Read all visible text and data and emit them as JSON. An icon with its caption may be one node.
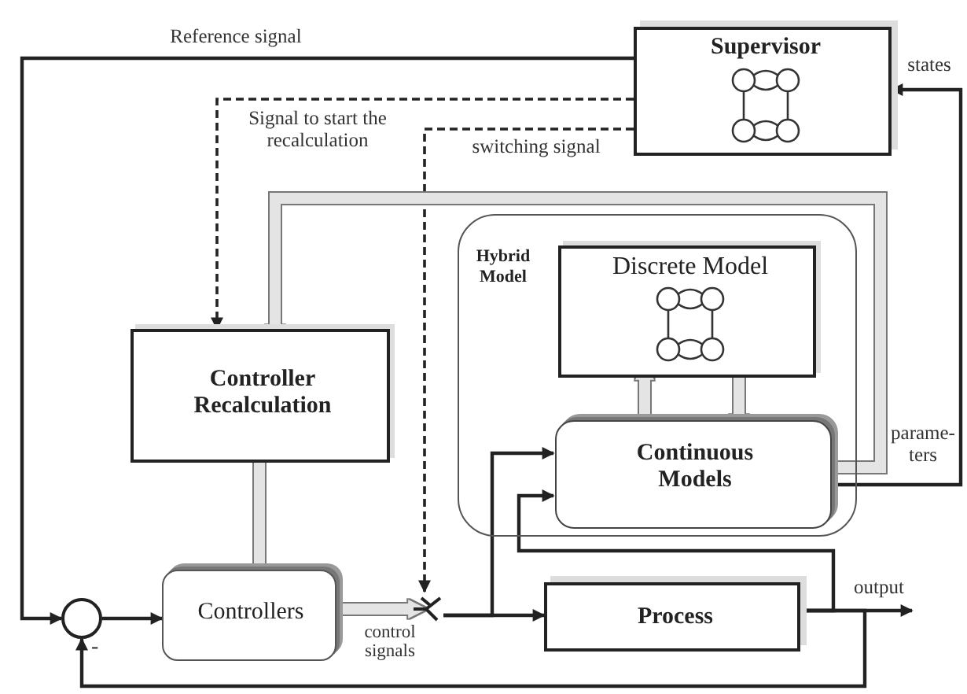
{
  "diagram": {
    "nodes": [
      {
        "text": [
          "Supervisor"
        ]
      },
      {
        "text": [
          "Hybrid Model"
        ]
      },
      {
        "text": [
          "Discrete Model"
        ],
        "in": 1
      },
      {
        "text": [
          "Continuous Models"
        ],
        "in": 1
      },
      {
        "text": [
          "Controller Recalculation"
        ]
      },
      {
        "text": [
          "Controllers"
        ]
      },
      {
        "text": [],
        "shape": "circle"
      },
      {
        "text": [],
        "shape": "switch"
      },
      {
        "text": [
          "Process"
        ]
      }
    ],
    "edges": [
      {
        "from": 0,
        "to": 6,
        "arrow": "to",
        "label": "Reference signal"
      },
      {
        "from": 0,
        "to": 4,
        "arrow": "to",
        "style": "dashed",
        "label": "Signal to start the recalculation"
      },
      {
        "from": 0,
        "to": 7,
        "arrow": "to",
        "style": "dashed",
        "label": "switching signal"
      },
      {
        "from": 3,
        "to": 4,
        "arrow": "to",
        "style": "thick",
        "color": "#e4e4e4",
        "label": "parame-ters"
      },
      {
        "from": 3,
        "to": 0,
        "arrow": "to",
        "label": "states"
      },
      {
        "from": 2,
        "to": 3,
        "arrow": "to",
        "style": "thick",
        "color": "#e4e4e4"
      },
      {
        "from": 3,
        "to": 2,
        "arrow": "to",
        "style": "thick",
        "color": "#e4e4e4"
      },
      {
        "from": 4,
        "to": 5,
        "arrow": "to",
        "style": "thick",
        "color": "#e4e4e4"
      },
      {
        "from": 6,
        "to": 5,
        "arrow": "to"
      },
      {
        "from": 5,
        "to": 7,
        "arrow": "to",
        "style": "thick",
        "color": "#e4e4e4",
        "label": "control signals"
      },
      {
        "from": 7,
        "to": 8,
        "arrow": "to"
      },
      {
        "from": 7,
        "to": 3,
        "arrow": "to"
      },
      {
        "from": 8,
        "to": 3,
        "arrow": "to"
      },
      {
        "from": 8,
        "to": null,
        "arrow": "to",
        "label": "output"
      },
      {
        "from": 8,
        "to": 6,
        "arrow": "to"
      }
    ],
    "labels": [
      "-"
    ]
  }
}
